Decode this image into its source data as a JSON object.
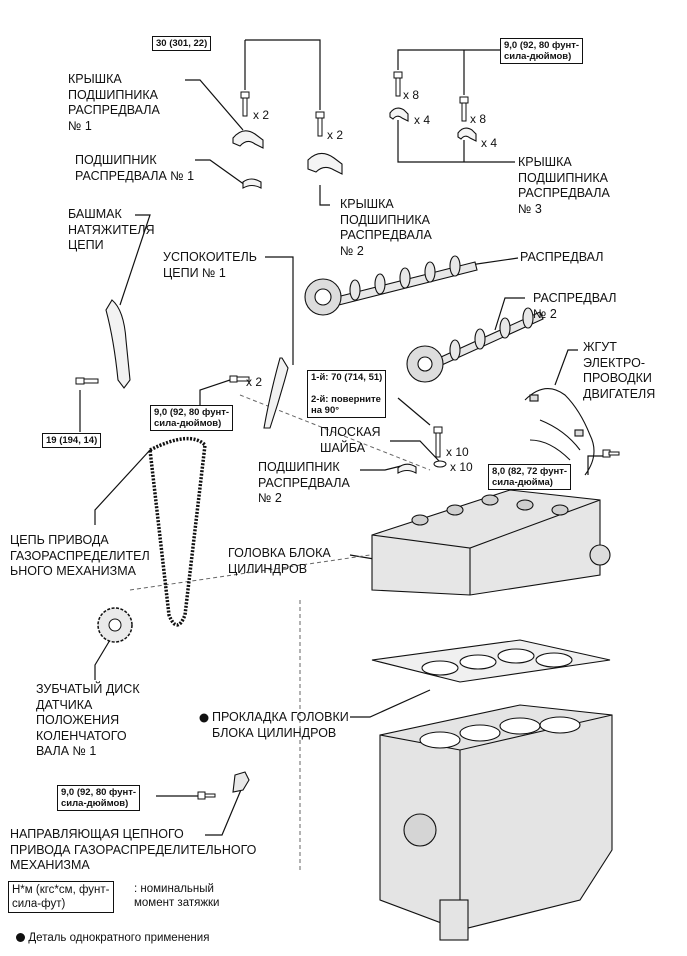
{
  "labels": {
    "cam_cap_1": "КРЫШКА\nПОДШИПНИКА\nРАСПРЕДВАЛА\n№ 1",
    "cam_bearing_1": "ПОДШИПНИК\nРАСПРЕДВАЛА № 1",
    "cam_cap_2": "КРЫШКА\nПОДШИПНИКА\nРАСПРЕДВАЛА\n№ 2",
    "cam_cap_3": "КРЫШКА\nПОДШИПНИКА\nРАСПРЕДВАЛА\n№ 3",
    "tensioner_slipper": "БАШМАК\nНАТЯЖИТЕЛЯ\nЦЕПИ",
    "chain_damper_1": "УСПОКОИТЕЛЬ\nЦЕПИ № 1",
    "camshaft": "РАСПРЕДВАЛ",
    "camshaft_2": "РАСПРЕДВАЛ\n№ 2",
    "wire_harness": "ЖГУТ\nЭЛЕКТРО-\nПРОВОДКИ\nДВИГАТЕЛЯ",
    "plain_washer": "ПЛОСКАЯ\nШАЙБА",
    "cam_bearing_2": "ПОДШИПНИК\nРАСПРЕДВАЛА\n№ 2",
    "timing_chain": "ЦЕПЬ ПРИВОДА\nГАЗОРАСПРЕДЕЛИТЕЛ\nЬНОГО МЕХАНИЗМА",
    "cylinder_head": "ГОЛОВКА БЛОКА\nЦИЛИНДРОВ",
    "crank_sprocket": "ЗУБЧАТЫЙ ДИСК\nДАТЧИКА\nПОЛОЖЕНИЯ\nКОЛЕНЧАТОГО\nВАЛА № 1",
    "head_gasket": "ПРОКЛАДКА ГОЛОВКИ\nБЛОКА ЦИЛИНДРОВ",
    "chain_guide": "НАПРАВЛЯЮЩАЯ ЦЕПНОГО\nПРИВОДА ГАЗОРАСПРЕДЕЛИТЕЛЬНОГО\nМЕХАНИЗМА"
  },
  "torques": {
    "cap_bolts_30": "30 (301, 22)",
    "cap_bolts_9": "9,0 (92, 80 фунт-\nсила-дюймов)",
    "slipper_bolt": "19 (194, 14)",
    "damper_bolt": "9,0 (92, 80 фунт-\nсила-дюймов)",
    "head_bolts": "1-й: 70 (714, 51)\n\n2-й: поверните\nна 90°",
    "harness_bolt": "8,0 (82, 72 фунт-\nсила-дюйма)",
    "guide_bolt": "9,0 (92, 80 фунт-\nсила-дюймов)"
  },
  "counts": {
    "cap1_bolts": "x 2",
    "cap2_bolts": "x 2",
    "cap3a_bolts": "x 8",
    "cap3a_caps": "x 4",
    "cap3b_bolts": "x 8",
    "cap3b_caps": "x 4",
    "damper_bolts": "x 2",
    "head_bolts": "x 10",
    "washers": "x 10"
  },
  "legend": {
    "unit_box": "Н*м (кгс*см, фунт-\nсила-фут)",
    "unit_desc": ": номинальный\nмомент затяжки",
    "single_use": "Деталь однократного применения"
  },
  "icons": {
    "single_use_marker": "filled-circle"
  }
}
